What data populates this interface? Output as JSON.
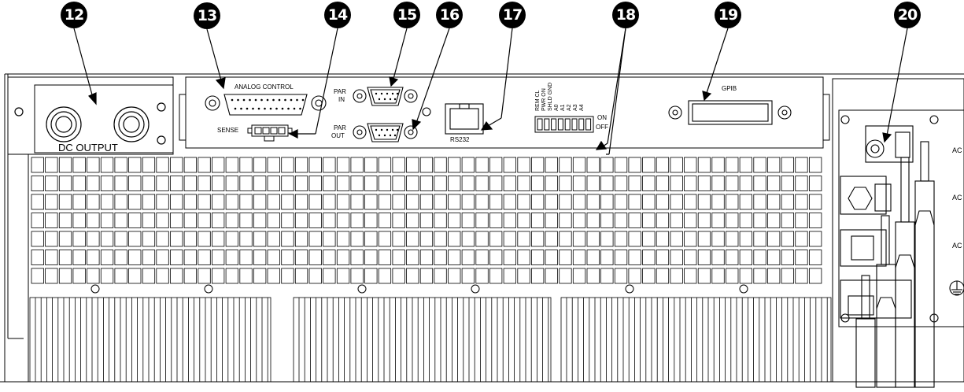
{
  "callouts": [
    "12",
    "13",
    "14",
    "15",
    "16",
    "17",
    "18",
    "19",
    "20"
  ],
  "labels": {
    "dc_output": "DC OUTPUT",
    "analog_control": "ANALOG CONTROL",
    "sense": "SENSE",
    "par_in_1": "PAR",
    "par_in_2": "IN",
    "par_out_1": "PAR",
    "par_out_2": "OUT",
    "rs232": "RS232",
    "gpib": "GPIB",
    "dip_on": "ON",
    "dip_off": "OFF",
    "ac1": "AC",
    "ac2": "AC",
    "ac3": "AC"
  },
  "dip_switch_labels": [
    "REM CL",
    "PWR ON",
    "SHLD GND",
    "A0",
    "A1",
    "A2",
    "A3",
    "A4"
  ]
}
